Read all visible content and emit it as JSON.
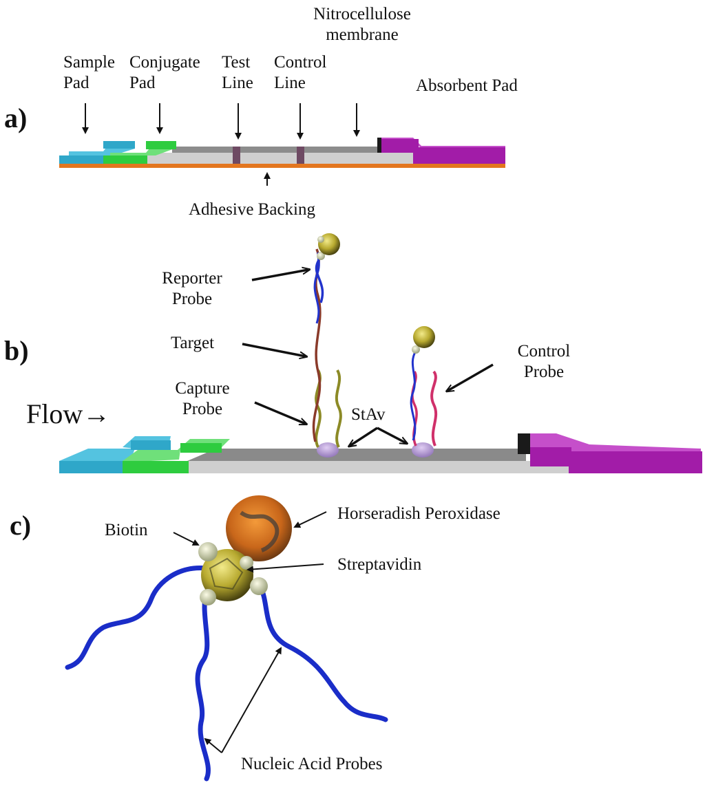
{
  "panels": {
    "a": "a)",
    "b": "b)",
    "c": "c)"
  },
  "panel_a": {
    "sample_pad": [
      "Sample",
      "Pad"
    ],
    "conjugate_pad": [
      "Conjugate",
      "Pad"
    ],
    "test_line": [
      "Test",
      "Line"
    ],
    "control_line": [
      "Control",
      "Line"
    ],
    "nitrocellulose": [
      "Nitrocellulose",
      "membrane"
    ],
    "absorbent_pad": "Absorbent Pad",
    "adhesive_backing": "Adhesive Backing"
  },
  "panel_b": {
    "reporter_probe": [
      "Reporter",
      "Probe"
    ],
    "target": "Target",
    "capture_probe": [
      "Capture",
      "Probe"
    ],
    "stav": "StAv",
    "control_probe": [
      "Control",
      "Probe"
    ],
    "flow": "Flow→"
  },
  "panel_c": {
    "biotin": "Biotin",
    "hrp": "Horseradish Peroxidase",
    "streptavidin": "Streptavidin",
    "nucleic_acid_probes": "Nucleic Acid Probes"
  },
  "colors": {
    "sample_pad": "#2fa7c9",
    "conjugate_pad": "#2ecc3f",
    "membrane": "#c9c9c9",
    "membrane_top": "#8c8c8c",
    "absorbent_pad": "#a21ca8",
    "backing": "#e3761f",
    "line_stripe": "#6e4a63",
    "probe_blue": "#2233cc",
    "probe_brown": "#8a3a2a",
    "probe_olive": "#8c8a26",
    "probe_pink": "#d0306a",
    "streptavidin": "#d6c845",
    "hrp": "#e07a1c",
    "stav": "#b89ad6"
  }
}
